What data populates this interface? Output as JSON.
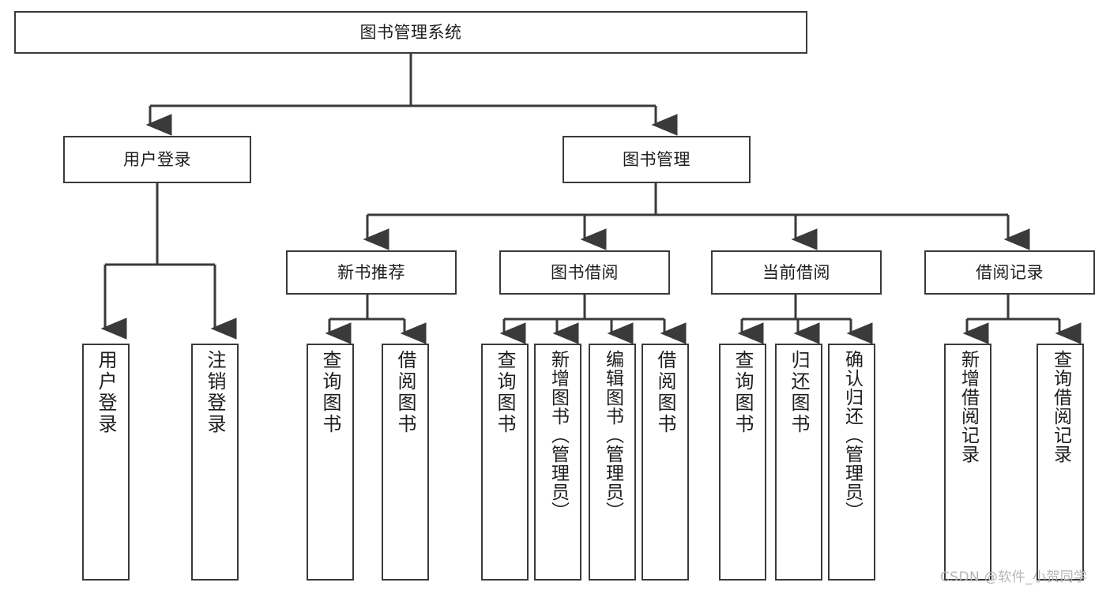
{
  "diagram": {
    "title": "图书管理系统",
    "type": "hierarchy-tree",
    "root": {
      "id": "root",
      "label": "图书管理系统"
    },
    "level2": [
      {
        "id": "user-login",
        "label": "用户登录"
      },
      {
        "id": "book-manage",
        "label": "图书管理"
      }
    ],
    "level3": [
      {
        "id": "new-book-rec",
        "label": "新书推荐",
        "parent": "book-manage"
      },
      {
        "id": "book-borrow",
        "label": "图书借阅",
        "parent": "book-manage"
      },
      {
        "id": "current-borrow",
        "label": "当前借阅",
        "parent": "book-manage"
      },
      {
        "id": "borrow-record",
        "label": "借阅记录",
        "parent": "book-manage"
      }
    ],
    "leaves": [
      {
        "id": "leaf-user-login",
        "label": "用户登录",
        "parent": "user-login"
      },
      {
        "id": "leaf-user-logout",
        "label": "注销登录",
        "parent": "user-login"
      },
      {
        "id": "leaf-query-book-1",
        "label": "查询图书",
        "parent": "new-book-rec"
      },
      {
        "id": "leaf-borrow-book-1",
        "label": "借阅图书",
        "parent": "new-book-rec"
      },
      {
        "id": "leaf-query-book-2",
        "label": "查询图书",
        "parent": "book-borrow"
      },
      {
        "id": "leaf-add-book",
        "label": "新增图书（管理员）",
        "parent": "book-borrow"
      },
      {
        "id": "leaf-edit-book",
        "label": "编辑图书（管理员）",
        "parent": "book-borrow"
      },
      {
        "id": "leaf-borrow-book-2",
        "label": "借阅图书",
        "parent": "book-borrow"
      },
      {
        "id": "leaf-query-book-3",
        "label": "查询图书",
        "parent": "current-borrow"
      },
      {
        "id": "leaf-return-book",
        "label": "归还图书",
        "parent": "current-borrow"
      },
      {
        "id": "leaf-confirm-return",
        "label": "确认归还（管理员）",
        "parent": "current-borrow"
      },
      {
        "id": "leaf-add-record",
        "label": "新增借阅记录",
        "parent": "borrow-record"
      },
      {
        "id": "leaf-query-record",
        "label": "查询借阅记录",
        "parent": "borrow-record"
      }
    ],
    "colors": {
      "border": "#3a3a3a",
      "edge": "#3a3a3a",
      "background": "#ffffff",
      "text": "#1d1d1d",
      "watermark": "#b6b6b6"
    }
  },
  "watermark": {
    "text": "CSDN @软件_小贺同学"
  }
}
